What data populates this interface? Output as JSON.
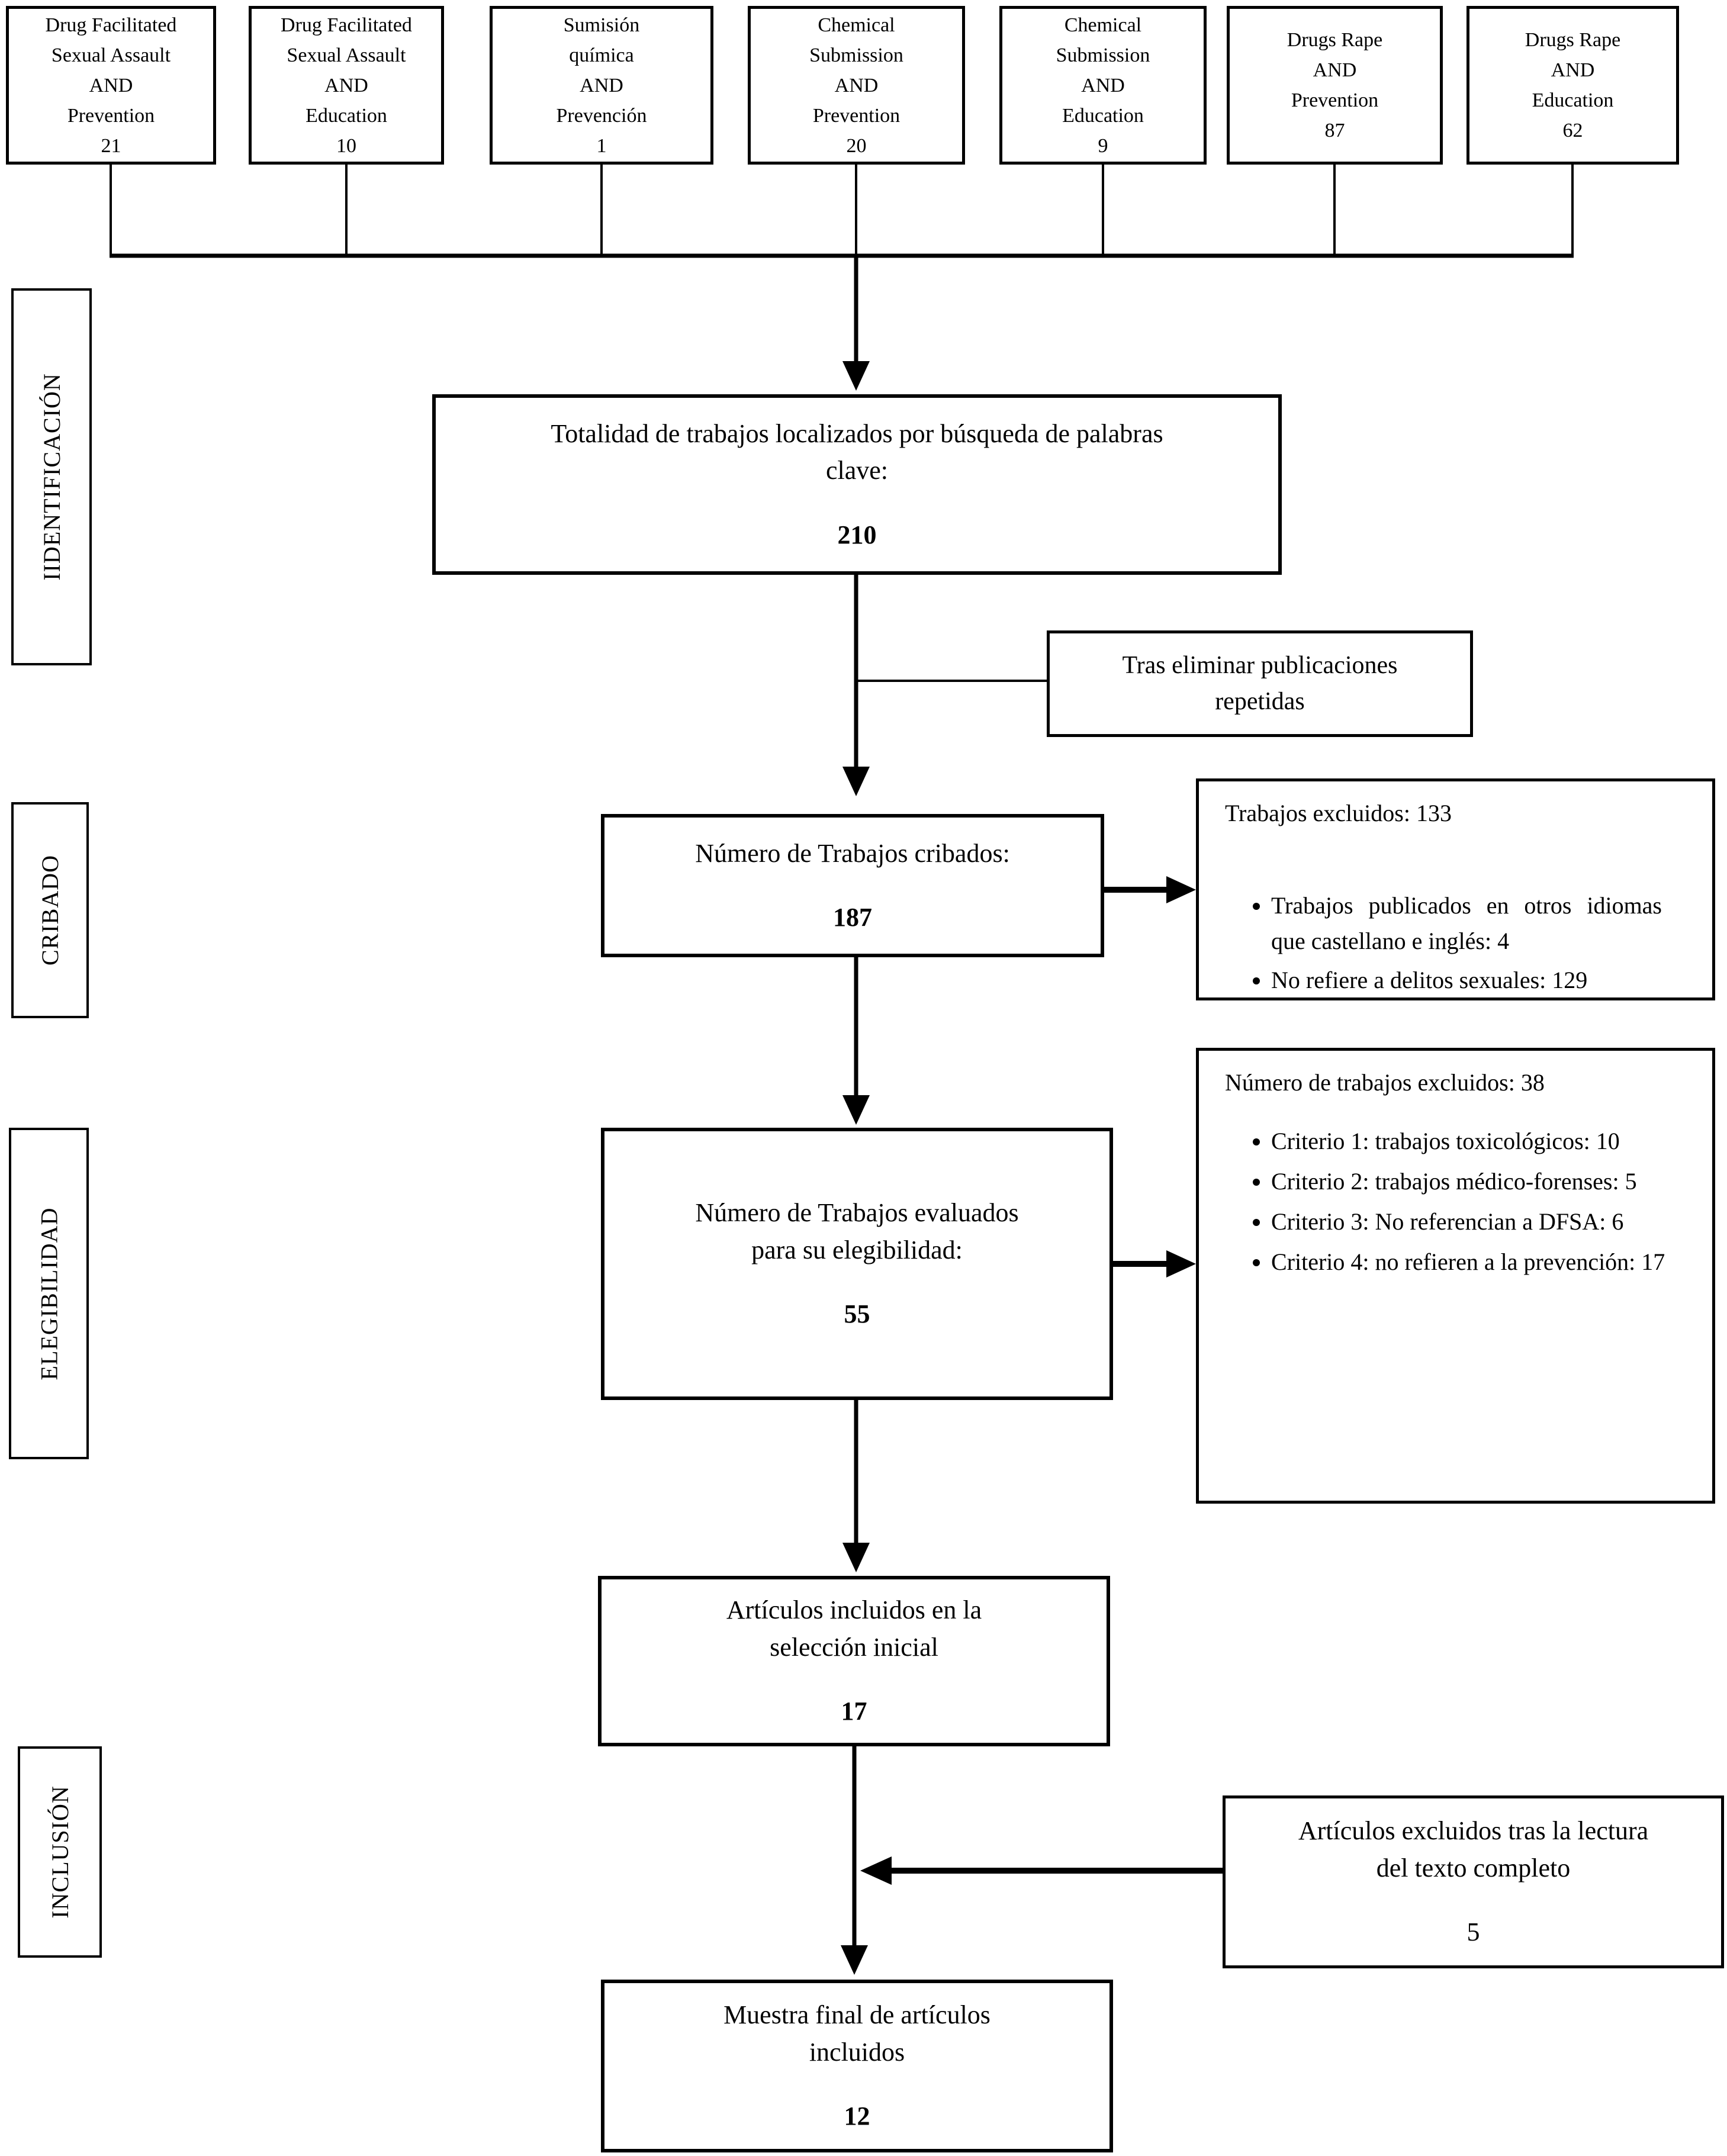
{
  "identification_row": {
    "boxes": [
      {
        "label": "Drug Facilitated\nSexual Assault\nAND\nPrevention",
        "count": "21"
      },
      {
        "label": "Drug Facilitated\nSexual Assault\nAND\nEducation",
        "count": "10"
      },
      {
        "label": "Sumisión\nquímica\nAND\nPrevención",
        "count": "1"
      },
      {
        "label": "Chemical\nSubmission\nAND\nPrevention",
        "count": "20"
      },
      {
        "label": "Chemical\nSubmission\nAND\nEducation",
        "count": "9"
      },
      {
        "label": "Drugs Rape\nAND\nPrevention",
        "count": "87"
      },
      {
        "label": "Drugs Rape\nAND\nEducation",
        "count": "62"
      }
    ]
  },
  "stage_labels": {
    "identification": "IIDENTIFICACIÓN",
    "screening": "CRIBADO",
    "eligibility": "ELEGIBILIDAD",
    "inclusion": "INCLUSIÓN"
  },
  "flow": {
    "total": {
      "title": "Totalidad de trabajos localizados por búsqueda de palabras\nclave:",
      "count": "210"
    },
    "dedupe_note": {
      "title": "Tras eliminar publicaciones\nrepetidas"
    },
    "screened": {
      "title": "Número de Trabajos cribados:",
      "count": "187"
    },
    "assessed": {
      "title": "Número de Trabajos evaluados\npara su elegibilidad:",
      "count": "55"
    },
    "initial_selection": {
      "title": "Artículos incluidos en la\nselección inicial",
      "count": "17"
    },
    "final_sample": {
      "title": "Muestra final de artículos\nincluidos",
      "count": "12"
    }
  },
  "exclusions": {
    "screening": {
      "title": "Trabajos excluidos: 133",
      "items": [
        "Trabajos publicados en otros idiomas que castellano e inglés: 4",
        "No refiere a delitos sexuales: 129"
      ]
    },
    "eligibility": {
      "title": "Número de trabajos excluidos: 38",
      "items": [
        "Criterio 1: trabajos toxicológicos: 10",
        "Criterio 2: trabajos médico-forenses: 5",
        "Criterio 3: No referencian a DFSA: 6",
        "Criterio 4: no refieren a la prevención: 17"
      ]
    },
    "full_text": {
      "title": "Artículos excluidos tras la lectura\ndel texto completo",
      "count": "5"
    }
  },
  "colors": {
    "line": "#000000",
    "background": "#ffffff"
  }
}
